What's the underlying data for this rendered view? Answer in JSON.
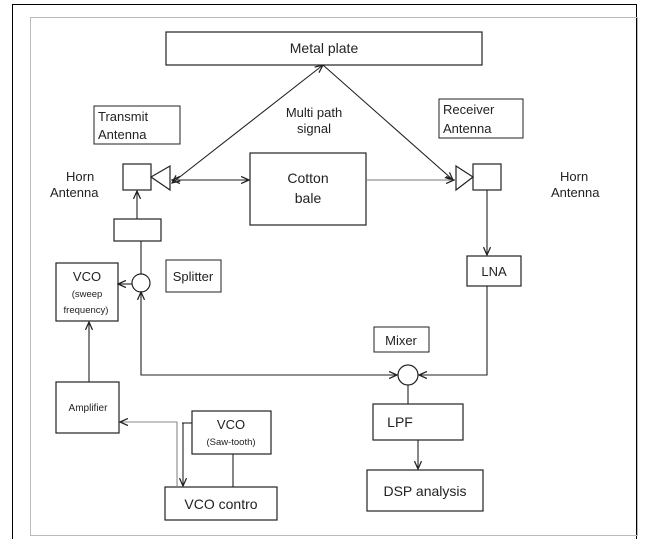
{
  "diagram": {
    "metal_plate": "Metal plate",
    "multipath_line1": "Multi path",
    "multipath_line2": "signal",
    "transmit_antenna_line1": "Transmit",
    "transmit_antenna_line2": "Antenna",
    "receiver_antenna_line1": "Receiver",
    "receiver_antenna_line2": "Antenna",
    "horn_left_line1": "Horn",
    "horn_left_line2": "Antenna",
    "horn_right_line1": "Horn",
    "horn_right_line2": "Antenna",
    "cotton_line1": "Cotton",
    "cotton_line2": "bale",
    "splitter": "Splitter",
    "vco_sweep_title": "VCO",
    "vco_sweep_sub1": "(sweep",
    "vco_sweep_sub2": "frequency)",
    "lna": "LNA",
    "mixer": "Mixer",
    "amplifier": "Amplifier",
    "vco_saw_title": "VCO",
    "vco_saw_sub": "(Saw-tooth)",
    "lpf": "LPF",
    "vco_control": "VCO contro",
    "dsp": "DSP analysis"
  }
}
